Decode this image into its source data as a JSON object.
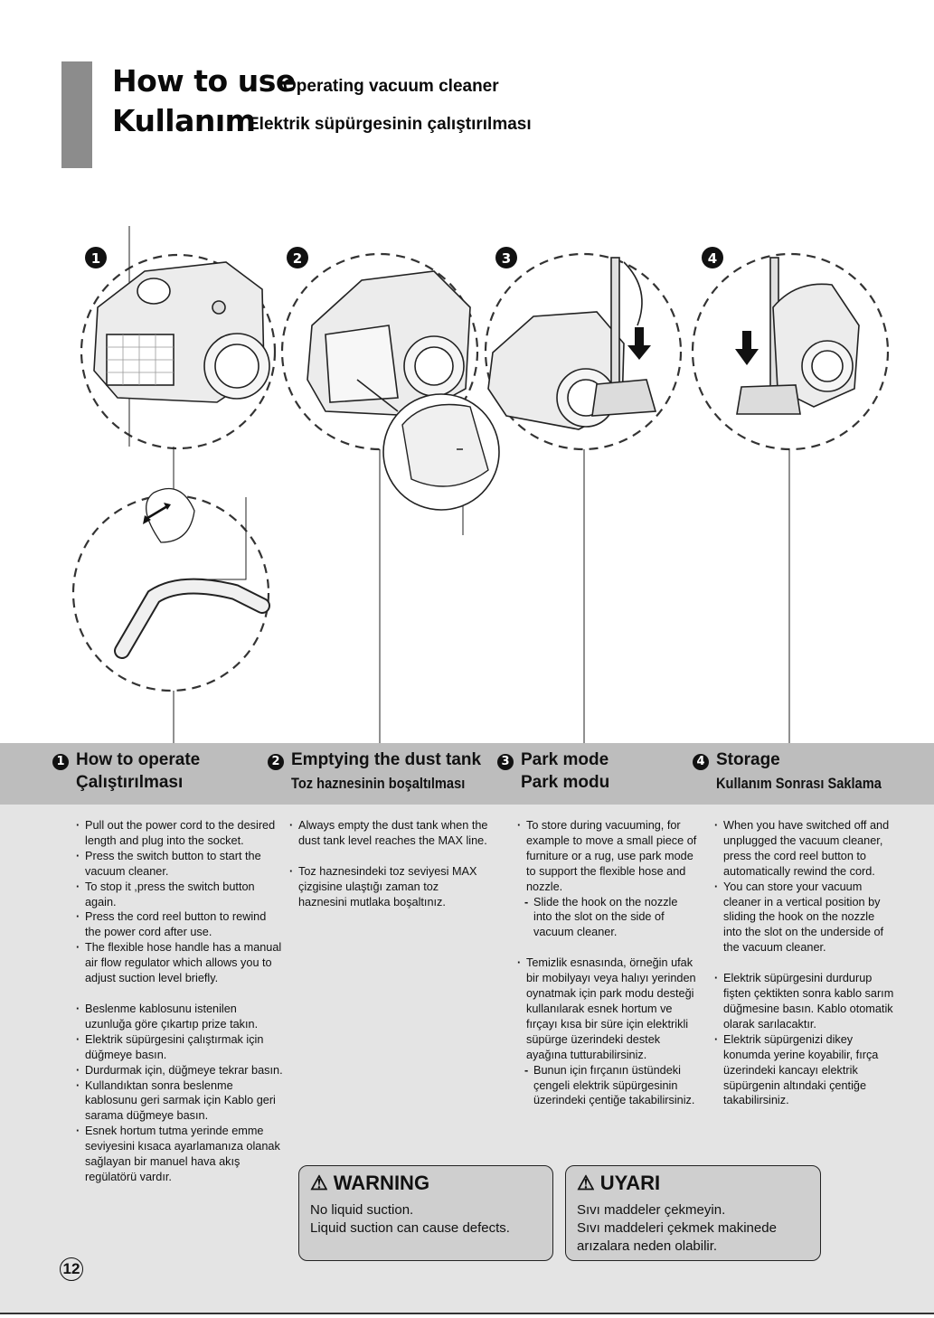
{
  "header": {
    "en_title_big": "How to use",
    "en_title_small": "Operating vacuum cleaner",
    "tr_title_big": "Kullanım",
    "tr_title_small": "Elektrik süpürgesinin çalıştırılması"
  },
  "figure_badges": [
    "1",
    "2",
    "3",
    "4"
  ],
  "sections": [
    {
      "num": "1",
      "en_heading": "How to operate",
      "tr_heading": "Çalıştırılması",
      "items_en": [
        "Pull out the power cord to the desired length and plug into the socket.",
        "Press the switch button to start the vacuum cleaner.",
        "To stop it ,press the switch button again.",
        "Press the cord reel button to rewind the power cord after use.",
        "The flexible hose handle has a manual air flow regulator which allows you to adjust suction level briefly."
      ],
      "items_tr": [
        "Beslenme kablosunu istenilen uzunluğa göre çıkartıp prize takın.",
        "Elektrik süpürgesini çalıştırmak için düğmeye basın.",
        "Durdurmak için, düğmeye tekrar basın.",
        "Kullandıktan sonra beslenme kablosunu geri sarmak için Kablo geri sarama düğmeye basın.",
        "Esnek hortum tutma yerinde emme seviyesini kısaca ayarlamanıza olanak sağlayan bir manuel hava akış regülatörü vardır."
      ]
    },
    {
      "num": "2",
      "en_heading": "Emptying the dust tank",
      "tr_heading": "Toz haznesinin boşaltılması",
      "items_en": [
        "Always empty the dust tank when the dust tank level reaches the MAX line."
      ],
      "items_tr": [
        "Toz haznesindeki toz seviyesi MAX çizgisine ulaştığı zaman toz haznesini mutlaka boşaltınız."
      ]
    },
    {
      "num": "3",
      "en_heading": "Park mode",
      "tr_heading": "Park modu",
      "items_en": [
        "To store during vacuuming, for example to move a small piece of furniture or a rug, use park mode to support the flexible hose and nozzle."
      ],
      "sub_en": "Slide the hook on the nozzle into the slot on the side of vacuum cleaner.",
      "items_tr": [
        "Temizlik esnasında, örneğin ufak bir mobilyayı veya halıyı yerinden oynatmak için park modu desteği kullanılarak esnek hortum ve fırçayı kısa bir süre için elektrikli süpürge üzerindeki destek ayağına tutturabilirsiniz."
      ],
      "sub_tr": "Bunun için fırçanın üstündeki çengeli elektrik süpürgesinin üzerindeki çentiğe takabilirsiniz."
    },
    {
      "num": "4",
      "en_heading": "Storage",
      "tr_heading": "Kullanım Sonrası Saklama",
      "items_en": [
        "When you have switched off and unplugged the vacuum cleaner, press the cord reel button to automatically rewind the cord.",
        "You can store your vacuum cleaner in a vertical position by sliding the hook on the nozzle into the slot on the underside of the vacuum cleaner."
      ],
      "items_tr": [
        "Elektrik süpürgesini durdurup fişten çektikten sonra kablo sarım düğmesine basın. Kablo otomatik olarak sarılacaktır.",
        "Elektrik süpürgenizi dikey konumda yerine koyabilir, fırça üzerindeki kancayı elektrik süpürgenin altındaki çentiğe takabilirsiniz."
      ]
    }
  ],
  "warning_en": {
    "title": "WARNING",
    "line1": "No liquid suction.",
    "line2": "Liquid suction can cause defects."
  },
  "warning_tr": {
    "title": "UYARI",
    "line1": "Sıvı maddeler çekmeyin.",
    "line2": "Sıvı maddeleri çekmek makinede",
    "line3": "arızalara neden olabilir."
  },
  "page_number": "12"
}
